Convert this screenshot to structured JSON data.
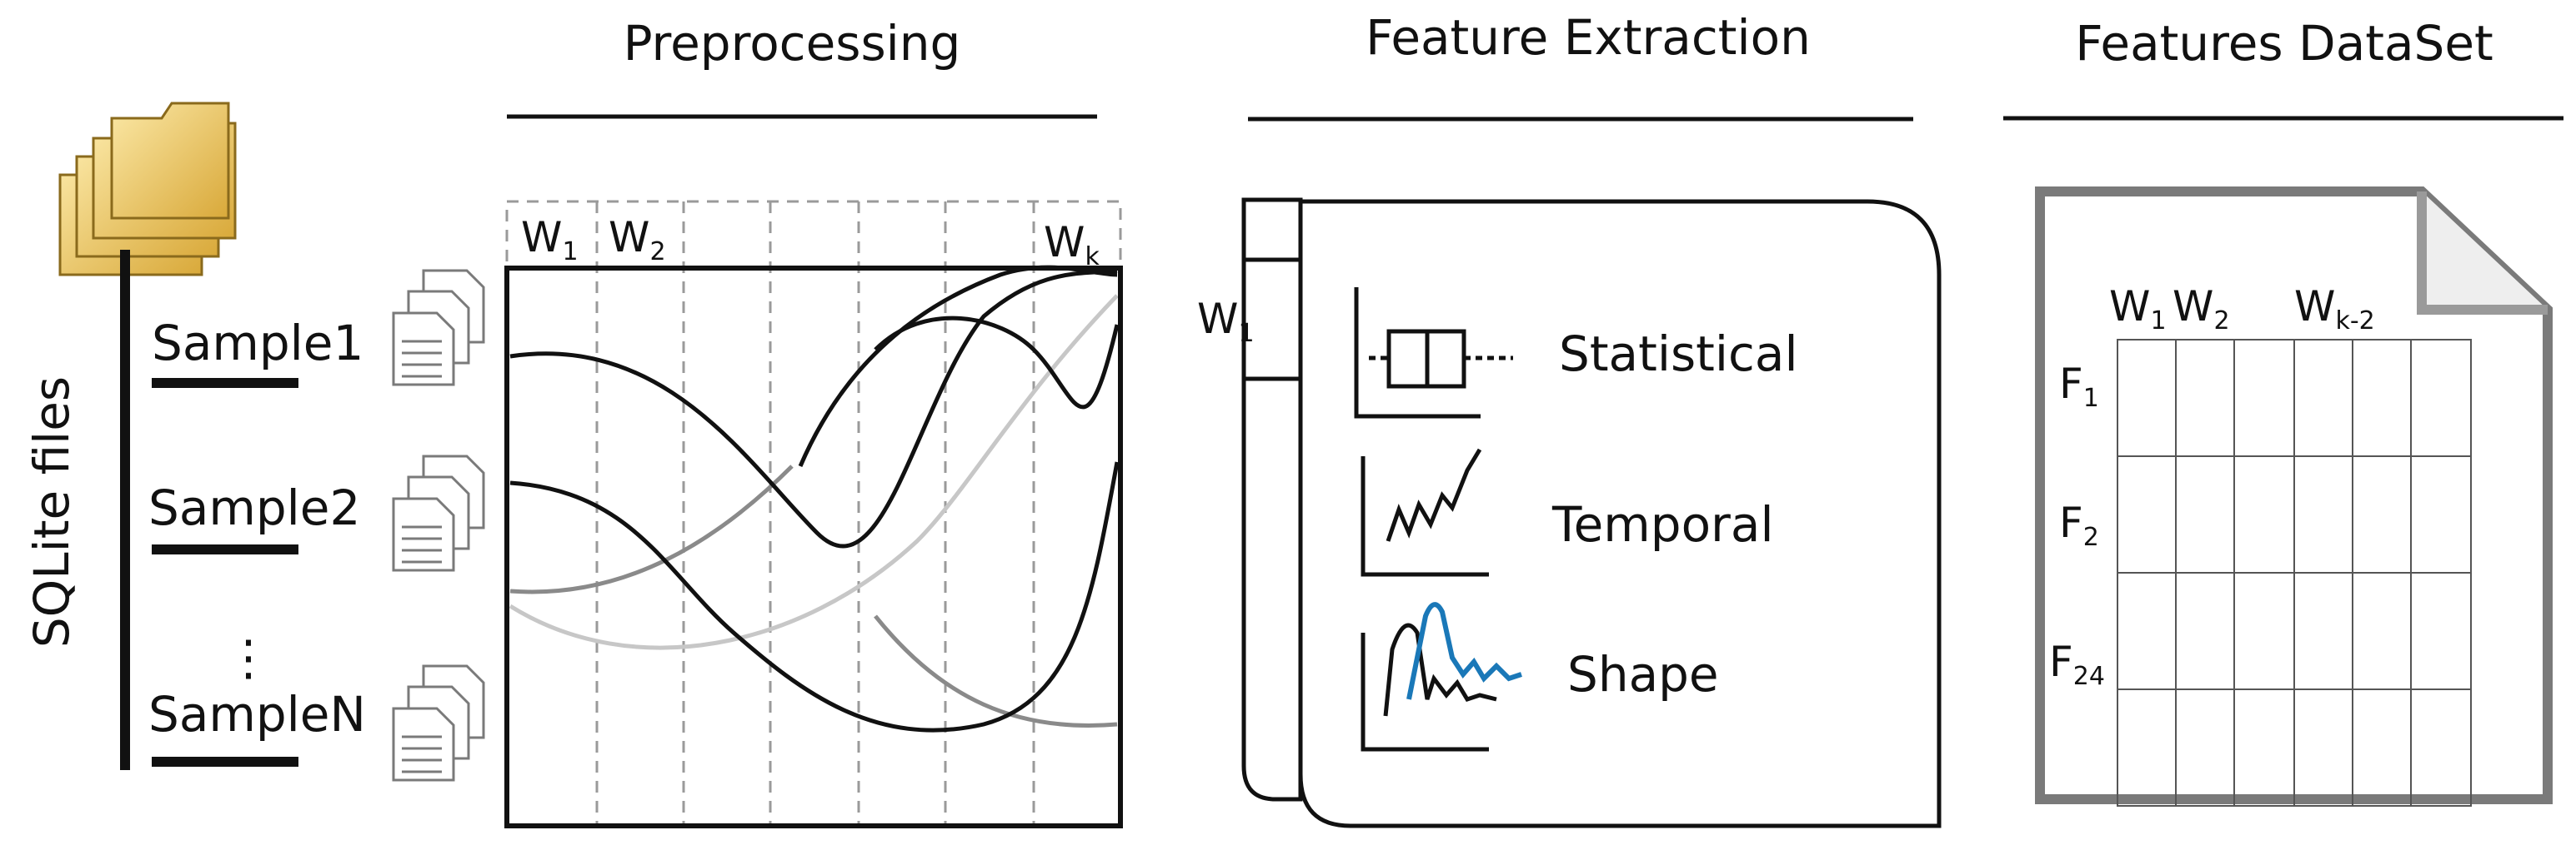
{
  "headers": {
    "preprocessing": "Preprocessing",
    "feature_extraction": "Feature Extraction",
    "features_dataset": "Features DataSet"
  },
  "source": {
    "label": "SQLite files",
    "samples": [
      "Sample1",
      "Sample2",
      "SampleN"
    ],
    "ellipsis": "⋮"
  },
  "windows": {
    "w": "W",
    "sub1": "1",
    "sub2": "2",
    "subk": "k",
    "subk2": "k-2"
  },
  "feature_types": [
    "Statistical",
    "Temporal",
    "Shape"
  ],
  "dataset": {
    "col_headers": [
      "1",
      "2",
      "k-2"
    ],
    "row_headers": [
      {
        "base": "F",
        "sub": "1"
      },
      {
        "base": "F",
        "sub": "2"
      },
      {
        "base": "F",
        "sub": "24"
      }
    ]
  },
  "colors": {
    "folder": "#f2c74e",
    "folder_dark": "#b8902a",
    "accent_blue": "#1a78b8",
    "grid": "#9a9a9a",
    "doc_border": "#8c8c8c"
  }
}
